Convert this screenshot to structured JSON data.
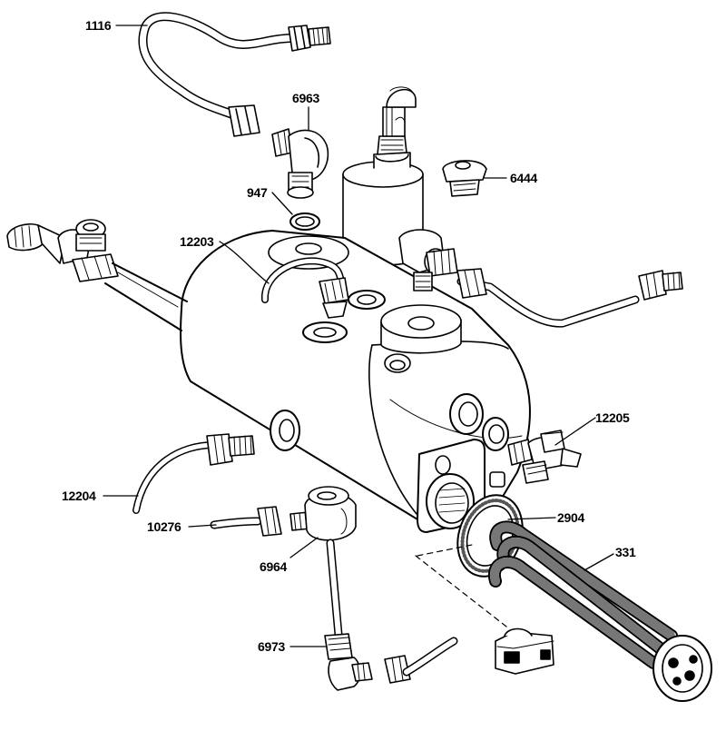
{
  "diagram": {
    "labels": {
      "p1116": "1116",
      "p6963": "6963",
      "p6444": "6444",
      "p947": "947",
      "p12203": "12203",
      "p12205": "12205",
      "p2904": "2904",
      "p331": "331",
      "p12204": "12204",
      "p10276": "10276",
      "p6964": "6964",
      "p6973": "6973"
    },
    "colors": {
      "ink": "#000000",
      "paper": "#ffffff",
      "shade": "#555555"
    }
  }
}
